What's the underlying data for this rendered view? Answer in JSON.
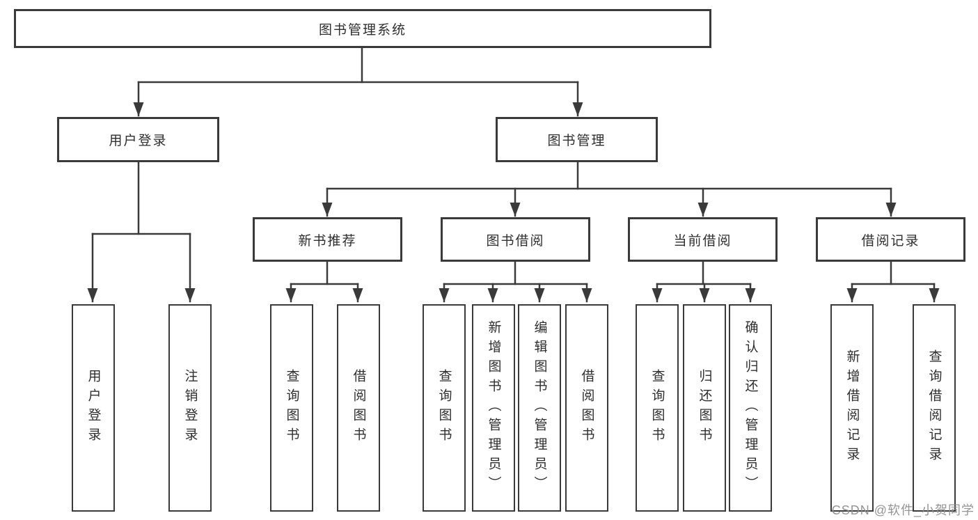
{
  "diagram": {
    "root": {
      "label": "图书管理系统"
    },
    "level2": [
      {
        "label": "用户登录"
      },
      {
        "label": "图书管理"
      }
    ],
    "level3": [
      {
        "label": "新书推荐"
      },
      {
        "label": "图书借阅"
      },
      {
        "label": "当前借阅"
      },
      {
        "label": "借阅记录"
      }
    ],
    "leaves": {
      "user_login": [
        "用户登录",
        "注销登录"
      ],
      "new_book": [
        "查询图书",
        "借阅图书"
      ],
      "book_borrow": [
        "查询图书",
        "新增图书（管理员）",
        "编辑图书（管理员）",
        "借阅图书"
      ],
      "current_borrow": [
        "查询图书",
        "归还图书",
        "确认归还（管理员）"
      ],
      "borrow_record": [
        "新增借阅记录",
        "查询借阅记录"
      ]
    }
  },
  "watermark": {
    "text": "CSDN @软件_小贺同学",
    "color": "#8f8f8f"
  },
  "colors": {
    "line": "#3a3a3a",
    "text": "#2e2e2e",
    "background": "#ffffff"
  }
}
